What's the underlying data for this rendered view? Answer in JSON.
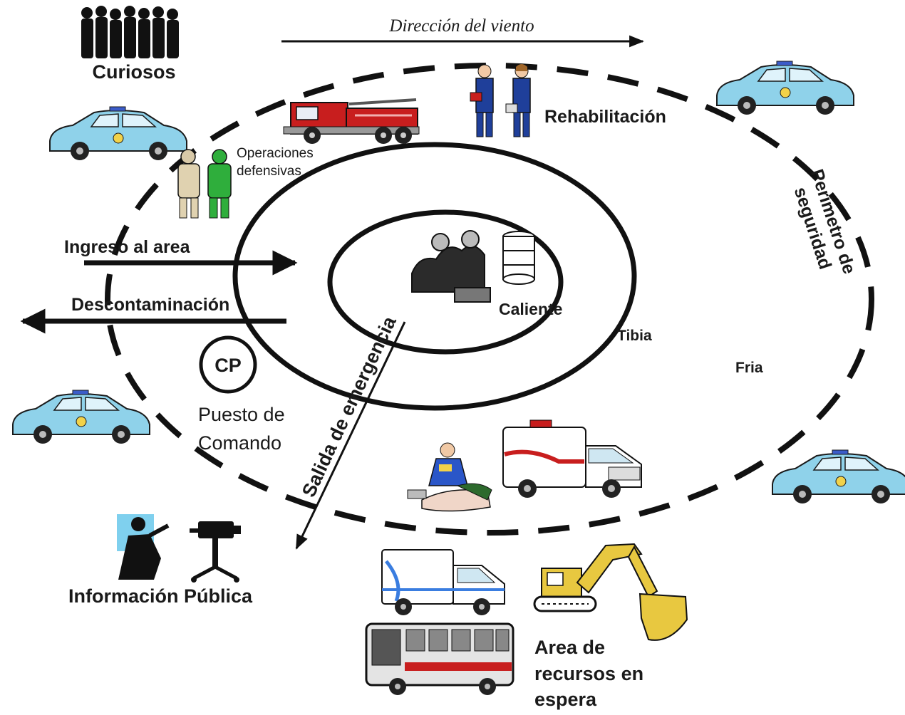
{
  "wind": {
    "label": "Dirección del viento"
  },
  "zones": {
    "hot": "Caliente",
    "warm": "Tibia",
    "cold": "Fria"
  },
  "perimeter": {
    "line1": "Perímetro de",
    "line2": "seguridad"
  },
  "labels": {
    "curiosos": "Curiosos",
    "rehab": "Rehabilitación",
    "defensive_1": "Operaciones",
    "defensive_2": "defensivas",
    "entry": "Ingreso al area",
    "decon": "Descontaminación",
    "emergency_exit": "Salida de emergencia",
    "cp_badge": "CP",
    "command_1": "Puesto de",
    "command_2": "Comando",
    "public_info": "Información Pública",
    "staging_1": "Area de",
    "staging_2": "recursos en",
    "staging_3": "espera"
  },
  "icons": {
    "crowd": "crowd-silhouette-icon",
    "police_car": "police-car-icon",
    "fire_truck": "fire-truck-icon",
    "medics": "medics-icon",
    "hazmat_suits": "hazmat-suit-icon",
    "hazmat_scene": "hazmat-barrels-icon",
    "ambulance": "ambulance-icon",
    "first_aid": "first-aid-responder-icon",
    "reporter": "reporter-icon",
    "tv_camera": "tv-camera-icon",
    "bus": "bus-icon",
    "excavator": "excavator-icon"
  },
  "colors": {
    "police_blue": "#8fd2ea",
    "fire_red": "#c81e1e",
    "medic_blue": "#1f3f9a",
    "hazmat_green": "#2fae3c",
    "excavator_yellow": "#e8c840",
    "ink": "#111111"
  }
}
